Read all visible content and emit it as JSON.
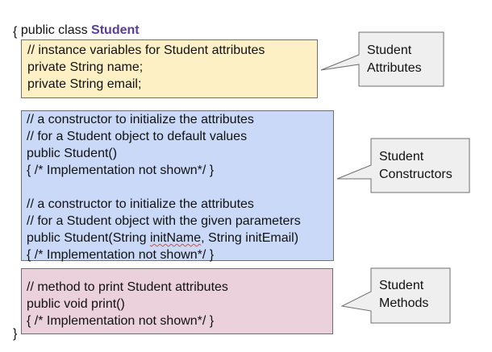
{
  "header": {
    "prefix": "public class ",
    "class_name": "Student",
    "open_brace": "{",
    "close_brace": "}"
  },
  "attributes_box": {
    "lines": [
      "// instance variables for Student attributes",
      "private String name;",
      "private String email;"
    ],
    "fill": "#fdf0c4"
  },
  "constructors_box": {
    "lines": [
      "// a constructor to initialize the attributes",
      "// for a Student object to default values",
      "public Student()",
      "{ /* Implementation not shown*/ }",
      "",
      "// a constructor to initialize the attributes",
      "// for a Student object with the given parameters"
    ],
    "sig_before": "public Student(String ",
    "sig_param": "initName",
    "sig_after": ", String initEmail)",
    "last_line": "{ /* Implementation not shown*/ }",
    "fill": "#c9d9f7"
  },
  "methods_box": {
    "lines": [
      "// method to print Student attributes",
      "public void print()",
      "{ /* Implementation not shown*/ }"
    ],
    "fill": "#ead1dc"
  },
  "callouts": {
    "attributes": {
      "line1": "Student",
      "line2": "Attributes"
    },
    "constructors": {
      "line1": "Student",
      "line2": "Constructors"
    },
    "methods": {
      "line1": "Student",
      "line2": "Methods"
    },
    "fill": "#efefef"
  }
}
